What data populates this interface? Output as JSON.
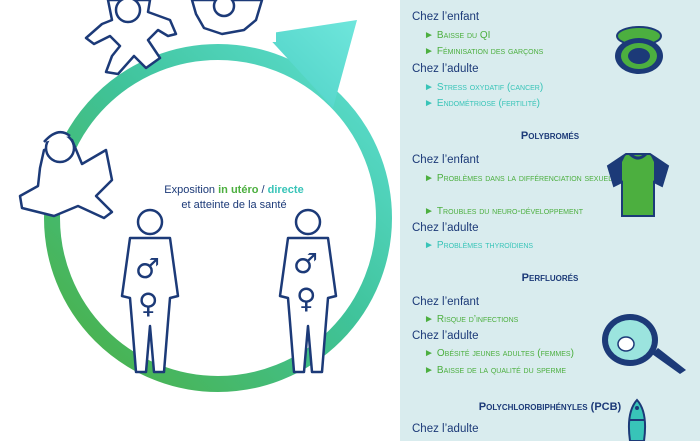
{
  "diagram": {
    "text_prefix": "Exposition ",
    "text_in_utero": "in utéro",
    "text_sep": " / ",
    "text_directe": "directe",
    "text_line2": "et atteinte de la santé",
    "colors": {
      "green": "#4caf3f",
      "teal": "#4fd8cc",
      "navy": "#1c3a78"
    }
  },
  "panel": {
    "group1": {
      "enfant_label": "Chez l’enfant",
      "enfant_items": [
        "Baisse du QI",
        "Féminisation des garçons"
      ],
      "adulte_label": "Chez l’adulte",
      "adulte_items": [
        "Stress oxydatif (cancer)",
        "Endométriose (fertilité)"
      ],
      "icon": "compact-mirror-icon"
    },
    "group2": {
      "title": "Polybromés",
      "enfant_label": "Chez l’enfant",
      "enfant_items": [
        "Problèmes dans la différenciation sexuelle",
        "Troubles du neuro-développement"
      ],
      "adulte_label": "Chez l’adulte",
      "adulte_items": [
        "Problèmes thyroïdiens"
      ],
      "icon": "tshirt-icon"
    },
    "group3": {
      "title": "Perfluorés",
      "enfant_label": "Chez l’enfant",
      "enfant_items": [
        "Risque d’infections"
      ],
      "adulte_label": "Chez l’adulte",
      "adulte_items": [
        "Obésité jeunes adultes (femmes)",
        "Baisse de la qualité du sperme"
      ],
      "icon": "frying-pan-icon"
    },
    "group4": {
      "title": "Polychlorobiphényles (PCB)",
      "adulte_label": "Chez l’adulte",
      "icon": "fish-icon"
    },
    "arrow_glyph": "►"
  }
}
